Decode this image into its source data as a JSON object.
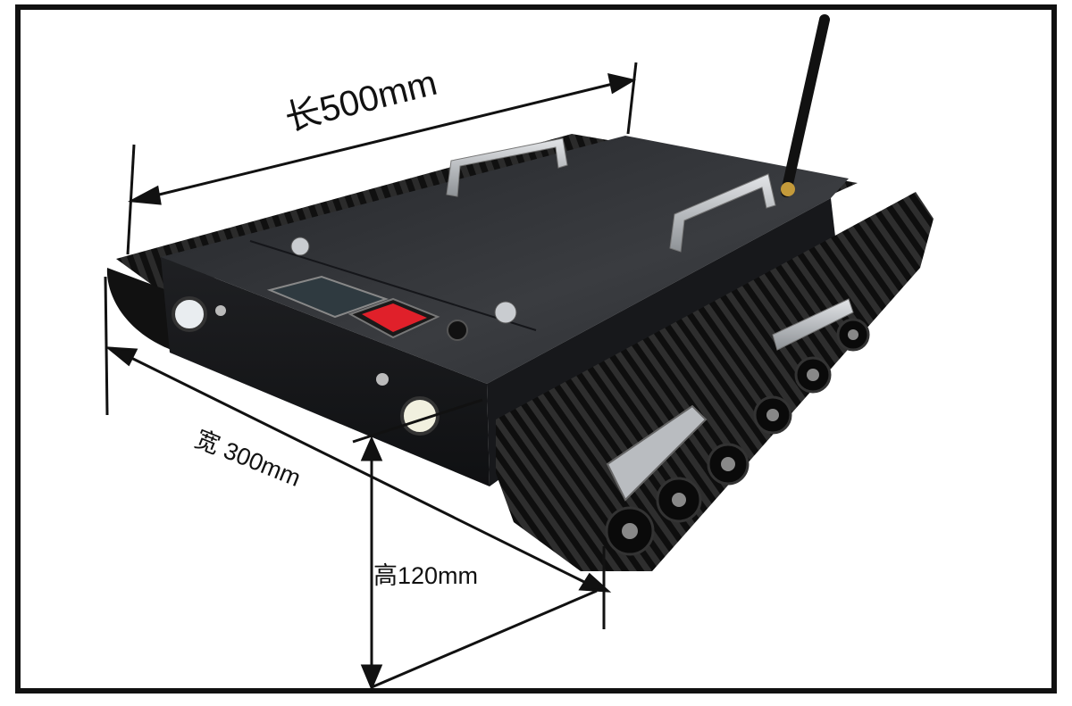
{
  "dimensions": {
    "length": "长500mm",
    "width": "宽 300mm",
    "height": "高120mm"
  },
  "colors": {
    "border": "#111111",
    "body": "#1d1e20",
    "top": "#2c2e31",
    "track": "#141414",
    "metal": "#b9bcc0",
    "switch": "#e0202a"
  }
}
